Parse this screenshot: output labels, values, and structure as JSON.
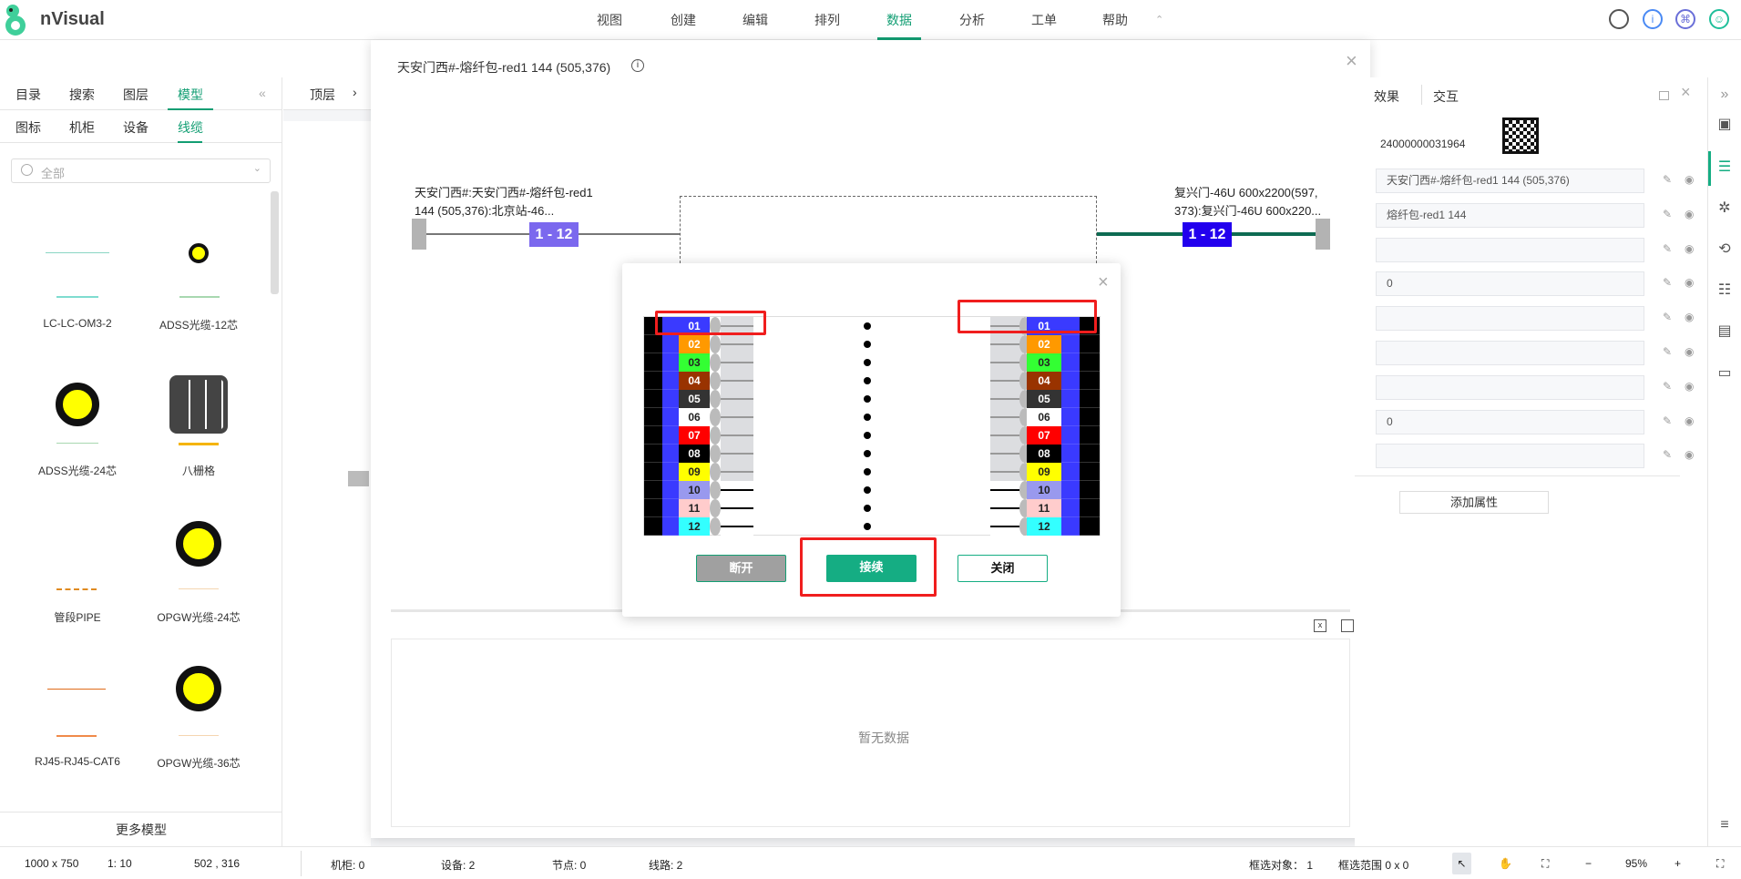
{
  "header": {
    "app_name": "nVisual",
    "nav": [
      "视图",
      "创建",
      "编辑",
      "排列",
      "数据",
      "分析",
      "工单",
      "帮助"
    ],
    "active_nav": "数据",
    "collapse": "⌃",
    "icons": [
      "search-icon",
      "info-icon",
      "command-icon",
      "user-icon"
    ]
  },
  "left_panel": {
    "tabs": [
      "目录",
      "搜索",
      "图层",
      "模型"
    ],
    "active_tab": "模型",
    "collapse": "«",
    "subtabs": [
      "图标",
      "机柜",
      "设备",
      "线缆"
    ],
    "active_subtab": "线缆",
    "search_placeholder": "全部",
    "items": [
      {
        "label": "LC-LC-OM3-2"
      },
      {
        "label": "ADSS光缆-12芯"
      },
      {
        "label": "ADSS光缆-24芯"
      },
      {
        "label": "八栅格"
      },
      {
        "label": "管段PIPE"
      },
      {
        "label": "OPGW光缆-24芯"
      },
      {
        "label": "RJ45-RJ45-CAT6"
      },
      {
        "label": "OPGW光缆-36芯"
      }
    ],
    "more": "更多模型"
  },
  "canvas": {
    "breadcrumb": "顶层",
    "sep": "›"
  },
  "modal": {
    "title": "天安门西#-熔纤包-red1 144 (505,376)",
    "left_label_1": "天安门西#:天安门西#-熔纤包-red1",
    "left_label_2": "144 (505,376):北京站-46...",
    "right_label_1": "复兴门-46U 600x2200(597,",
    "right_label_2": "373):复兴门-46U 600x220...",
    "left_range": "1 - 12",
    "right_range": "1 - 12",
    "empty": "暂无数据"
  },
  "popup": {
    "fibers": [
      {
        "n": "01",
        "bg": "#3a3aff",
        "fg": "#fff"
      },
      {
        "n": "02",
        "bg": "#ff9900",
        "fg": "#fff"
      },
      {
        "n": "03",
        "bg": "#33ff33",
        "fg": "#222"
      },
      {
        "n": "04",
        "bg": "#993300",
        "fg": "#fff"
      },
      {
        "n": "05",
        "bg": "#333333",
        "fg": "#fff"
      },
      {
        "n": "06",
        "bg": "#ffffff",
        "fg": "#222"
      },
      {
        "n": "07",
        "bg": "#ff0000",
        "fg": "#fff"
      },
      {
        "n": "08",
        "bg": "#000000",
        "fg": "#fff"
      },
      {
        "n": "09",
        "bg": "#ffff00",
        "fg": "#222"
      },
      {
        "n": "10",
        "bg": "#9999ee",
        "fg": "#222"
      },
      {
        "n": "11",
        "bg": "#ffcccc",
        "fg": "#222"
      },
      {
        "n": "12",
        "bg": "#33ffff",
        "fg": "#222"
      }
    ],
    "connected_count": 9,
    "disconnect": "断开",
    "splice": "接续",
    "close": "关闭"
  },
  "right_panel": {
    "tabs": [
      "效果",
      "交互"
    ],
    "id": "24000000031964",
    "fields": [
      "天安门西#-熔纤包-red1 144 (505,376)",
      "熔纤包-red1 144",
      "",
      "0",
      "",
      "",
      "",
      "0",
      ""
    ],
    "add": "添加属性"
  },
  "status": {
    "size": "1000 x 750",
    "scale": "1: 10",
    "coords": "502 , 316",
    "cabinet": "机柜: 0",
    "device": "设备: 2",
    "node": "节点: 0",
    "line": "线路: 2",
    "selected": "框选对象： 1",
    "range": "框选范围  0 x 0",
    "zoom": "95%",
    "minus": "−",
    "plus": "+"
  }
}
